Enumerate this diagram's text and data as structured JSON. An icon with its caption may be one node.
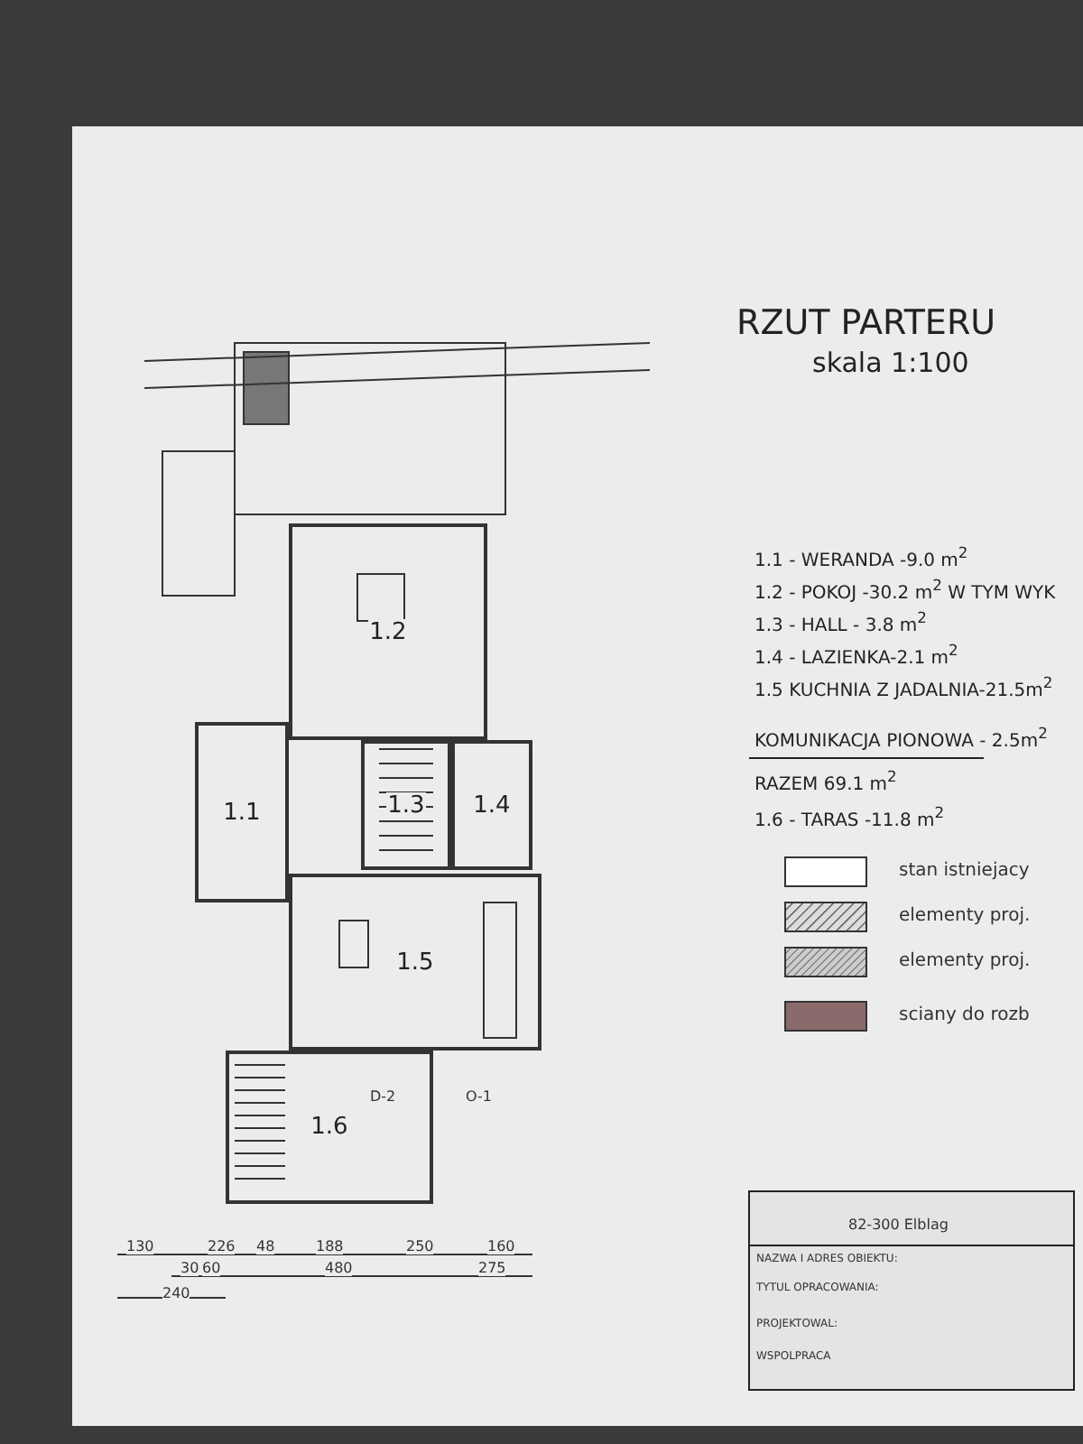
{
  "diagram": {
    "title": "RZUT PARTERU",
    "nodes": [
      {
        "text": [
          "1.1"
        ]
      },
      {
        "text": [
          "1.2"
        ]
      },
      {
        "text": [
          "1.3"
        ]
      },
      {
        "text": [
          "1.4"
        ]
      },
      {
        "text": [
          "1.5"
        ]
      },
      {
        "text": [
          "1.6"
        ]
      }
    ],
    "edges": [],
    "labels": [
      "skala 1:100",
      "1.1 - WERANDA -9.0 m$^{2}$",
      "1.2 - POKOJ -30.2 m$^{2}$ W TYM WYK",
      "1.3 - HALL - 3.8 m$^{2}$",
      "1.4 - LAZIENKA-2.1 m$^{2}$",
      "1.5 KUCHNIA Z JADALNIA-21.5m$^{2}$",
      "KOMUNIKACJA PIONOWA - 2.5m$^{2}$",
      "RAZEM 69.1 m$^{2}$",
      "1.6 - TARAS -11.8 m$^{2}$",
      "D-2",
      "O-1",
      "130",
      "226",
      "48",
      "188",
      "250",
      "160",
      "30",
      "60",
      "480",
      "275",
      "240",
      "82-300 Elblag",
      "NAZWA I ADRES OBIEKTU:",
      "TYTUL OPRACOWANIA:",
      "PROJEKTOWAL:",
      "WSPOLPRACA"
    ],
    "legend": [
      {
        "text": "stan istniejacy",
        "color": "#ffffff"
      },
      {
        "text": "elementy proj."
      },
      {
        "text": "elementy proj."
      },
      {
        "text": "sciany do rozb",
        "color": "#8a6a6a"
      }
    ]
  }
}
